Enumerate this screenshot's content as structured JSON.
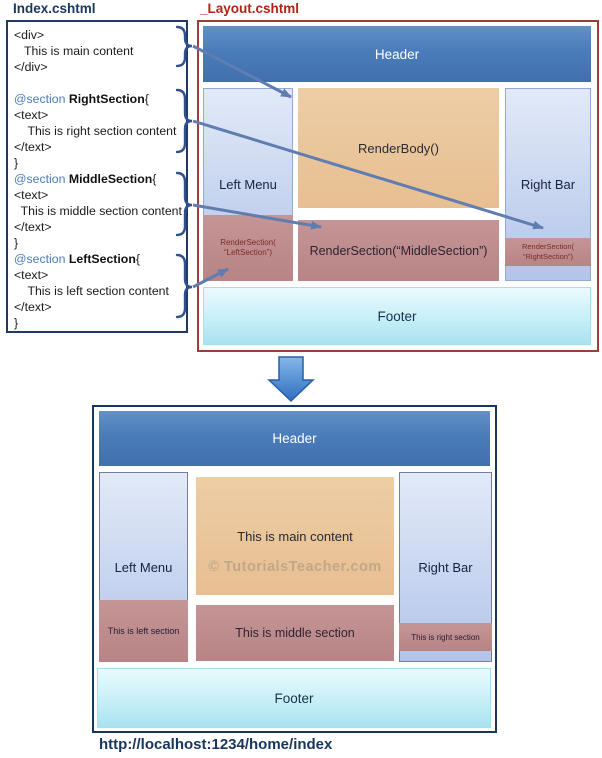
{
  "index_file": {
    "title": "Index.cshtml",
    "lines": [
      {
        "t": "<div>"
      },
      {
        "t": "   This is main content"
      },
      {
        "t": "</div>"
      },
      {
        "t": ""
      },
      {
        "kw": "@section ",
        "name": "RightSection",
        "brace": "{"
      },
      {
        "t": "<text>"
      },
      {
        "t": "    This is right section content"
      },
      {
        "t": "</text>"
      },
      {
        "t": "}"
      },
      {
        "kw": "@section ",
        "name": "MiddleSection",
        "brace": "{"
      },
      {
        "t": "<text>"
      },
      {
        "t": "  This is middle section content"
      },
      {
        "t": "</text>"
      },
      {
        "t": "}"
      },
      {
        "kw": "@section ",
        "name": "LeftSection",
        "brace": "{"
      },
      {
        "t": "<text>"
      },
      {
        "t": "    This is left section content"
      },
      {
        "t": "</text>"
      },
      {
        "t": "}"
      }
    ]
  },
  "layout_file": {
    "title": "_Layout.cshtml",
    "header": "Header",
    "left_menu": "Left Menu",
    "render_body": "RenderBody()",
    "right_bar": "Right Bar",
    "left_section_line1": "RenderSection(",
    "left_section_line2": "“LeftSection”)",
    "middle_section": "RenderSection(“MiddleSection”)",
    "right_section_line1": "RenderSection(",
    "right_section_line2": "“RightSection”)",
    "footer": "Footer"
  },
  "result_page": {
    "header": "Header",
    "left_menu": "Left Menu",
    "main_content": "This is main content",
    "right_bar": "Right Bar",
    "left_section": "This is left section",
    "middle_section": "This is middle section",
    "right_section": "This is right section",
    "footer": "Footer",
    "watermark": "© TutorialsTeacher.com",
    "url": "http://localhost:1234/home/index"
  },
  "colors": {
    "navy": "#17365d",
    "maroon_border": "#9e3d38",
    "layout_title_red": "#b02318",
    "header_blue": "#4a7cba",
    "column_blue": "#cdd9f1",
    "render_body_tan": "#e7bf92",
    "section_mauve": "#bf8b8d",
    "footer_cyan": "#c7eff7",
    "arrow_blue": "#5f7db0",
    "code_keyword_blue": "#4a7ab5"
  }
}
